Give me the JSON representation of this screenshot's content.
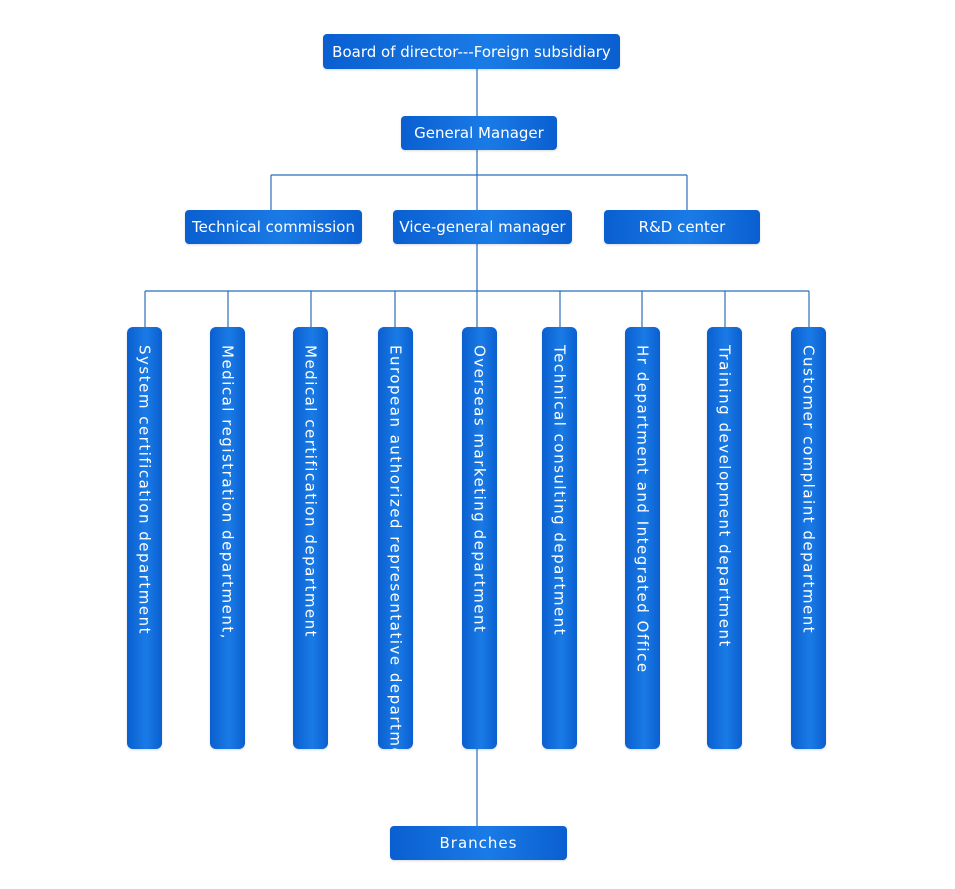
{
  "colors": {
    "box": "#1a6fdc",
    "line": "#2a6fb8"
  },
  "board": "Board of director---Foreign subsidiary",
  "general_manager": "General Manager",
  "level2": [
    "Technical commission",
    "Vice-general manager",
    "R&D center"
  ],
  "departments": [
    "System certification department",
    "Medical registration department,",
    "Medical certification department",
    "European authorized representative department",
    "Overseas marketing department",
    "Technical consulting department",
    "Hr department and Integrated Office",
    "Training development department",
    "Customer complaint department"
  ],
  "branches": "Branches"
}
